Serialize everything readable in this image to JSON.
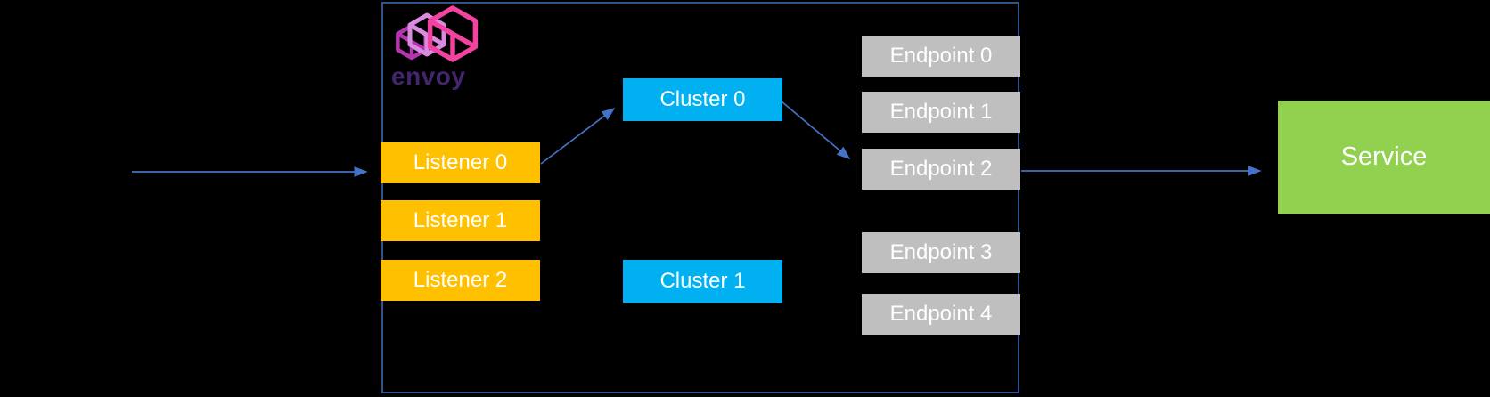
{
  "envoy": {
    "logo": {
      "wordmark": "envoy",
      "icon": "envoy-cubes-icon"
    },
    "listeners": [
      {
        "label": "Listener 0"
      },
      {
        "label": "Listener 1"
      },
      {
        "label": "Listener 2"
      }
    ],
    "clusters": [
      {
        "label": "Cluster 0"
      },
      {
        "label": "Cluster 1"
      }
    ],
    "endpoints": [
      {
        "label": "Endpoint 0"
      },
      {
        "label": "Endpoint 1"
      },
      {
        "label": "Endpoint 2"
      },
      {
        "label": "Endpoint 3"
      },
      {
        "label": "Endpoint 4"
      }
    ]
  },
  "service": {
    "label": "Service"
  },
  "flow": [
    {
      "from": "external-client",
      "to": "Listener 0"
    },
    {
      "from": "Listener 0",
      "to": "Cluster 0"
    },
    {
      "from": "Cluster 0",
      "to": "Endpoint 2"
    },
    {
      "from": "Endpoint 2",
      "to": "Service"
    }
  ],
  "colors": {
    "background": "#000000",
    "envoy_box_border": "#31548F",
    "listener_fill": "#FFC000",
    "cluster_fill": "#00B0F0",
    "endpoint_fill": "#BFBFBF",
    "service_fill": "#92D050",
    "arrow": "#4472C4",
    "box_text": "#FFFFFF",
    "envoy_wordmark": "#45246F",
    "envoy_mark_pink": "#F343A0",
    "envoy_mark_orchid": "#D98BE0",
    "envoy_mark_magenta": "#B535B0"
  }
}
